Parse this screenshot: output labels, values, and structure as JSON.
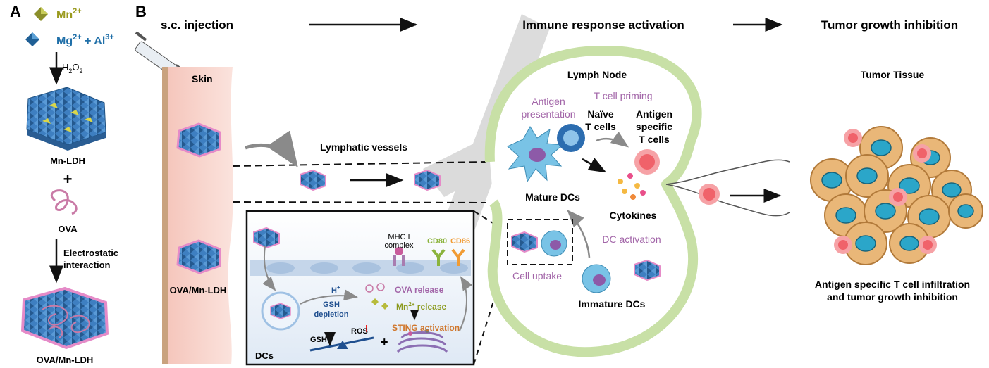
{
  "panel_a": {
    "letter": "A",
    "mn_label": "Mn",
    "mn_sup": "2+",
    "mgal_prefix": "Mg",
    "mg_sup": "2+",
    "mgal_mid": " + Al",
    "al_sup": "3+",
    "h2o2_h": "H",
    "h2o2_sub1": "2",
    "h2o2_o": "O",
    "h2o2_sub2": "2",
    "mn_ldh": "Mn-LDH",
    "plus": "+",
    "ova": "OVA",
    "electrostatic_line1": "Electrostatic",
    "electrostatic_line2": "interaction",
    "ova_mn_ldh": "OVA/Mn-LDH"
  },
  "panel_b": {
    "letter": "B",
    "header_injection": "s.c. injection",
    "header_immune": "Immune response activation",
    "header_tumor": "Tumor growth inhibition",
    "skin": "Skin",
    "ova_mn_ldh": "OVA/Mn-LDH",
    "lymphatic_vessels": "Lymphatic vessels",
    "lymph_node": "Lymph Node",
    "antigen_presentation_1": "Antigen",
    "antigen_presentation_2": "presentation",
    "t_cell_priming": "T cell priming",
    "naive_1": "Naïve",
    "naive_2": "T cells",
    "ag_specific_1": "Antigen",
    "ag_specific_2": "specific",
    "ag_specific_3": "T cells",
    "mature_dcs": "Mature DCs",
    "cytokines": "Cytokines",
    "dc_activation": "DC activation",
    "cell_uptake": "Cell uptake",
    "immature_dcs": "Immature DCs",
    "tumor_tissue": "Tumor Tissue",
    "tumor_caption_1": "Antigen specific T cell infiltration",
    "tumor_caption_2": "and tumor growth inhibition"
  },
  "inset": {
    "mhc_1": "MHC I",
    "mhc_2": "complex",
    "cd80": "CD80",
    "cd86": "CD86",
    "h_plus": "H",
    "h_sup": "+",
    "gsh_depletion_1": "GSH",
    "gsh_depletion_2": "depletion",
    "ova_release": "OVA release",
    "mn_release_prefix": "Mn",
    "mn_release_sup": "2+",
    "mn_release_suffix": " release",
    "sting_activation": "STING activation",
    "gsh": "GSH",
    "ros": "ROS",
    "plus": "+",
    "dcs": "DCs"
  },
  "colors": {
    "mn_olive": "#9a9a1e",
    "mgal_blue": "#1f6fa8",
    "purple_label": "#a265a8",
    "lymph_green": "#c8e0a6",
    "skin_pink": "#f7d3cc",
    "tumor_orange": "#e9b778",
    "t_cell_red": "#f0626a",
    "sting_orange": "#d0752a",
    "cd80_green": "#8bb33c",
    "cd86_orange": "#f19b33"
  }
}
